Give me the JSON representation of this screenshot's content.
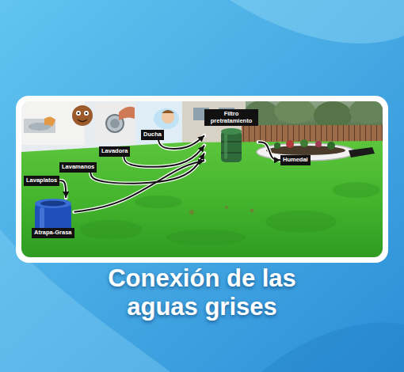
{
  "diagram": {
    "title": "Conexión de las aguas grises",
    "nodes": [
      {
        "text": [
          "Lavaplatos"
        ]
      },
      {
        "text": [
          "Lavamanos"
        ]
      },
      {
        "text": [
          "Lavadora"
        ]
      },
      {
        "text": [
          "Ducha"
        ]
      },
      {
        "text": [
          "Filtro pretratamiento"
        ]
      },
      {
        "text": [
          "Humedal"
        ]
      },
      {
        "text": [
          "Atrapa-Grasa"
        ]
      }
    ],
    "edges": [
      {
        "from": 0,
        "to": 6,
        "arrow": "to"
      },
      {
        "from": 1,
        "to": 4,
        "arrow": "to"
      },
      {
        "from": 2,
        "to": 4,
        "arrow": "to"
      },
      {
        "from": 3,
        "to": 4,
        "arrow": "to"
      },
      {
        "from": 6,
        "to": 4,
        "arrow": "to"
      },
      {
        "from": 4,
        "to": 5,
        "arrow": "to"
      }
    ]
  }
}
